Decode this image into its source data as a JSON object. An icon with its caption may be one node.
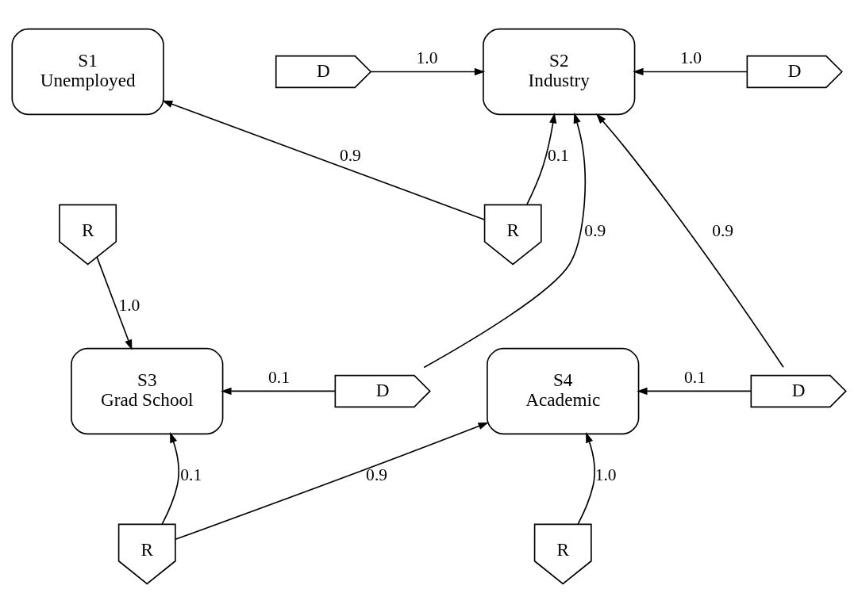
{
  "diagram": {
    "nodes": [
      {
        "text": [
          "S1",
          "Unemployed"
        ]
      },
      {
        "text": [
          "D"
        ]
      },
      {
        "text": [
          "R"
        ]
      },
      {
        "text": [
          "S2",
          "Industry"
        ]
      },
      {
        "text": [
          "R"
        ]
      },
      {
        "text": [
          "D"
        ]
      },
      {
        "text": [
          "S3",
          "Grad School"
        ]
      },
      {
        "text": [
          "D"
        ]
      },
      {
        "text": [
          "R"
        ]
      },
      {
        "text": [
          "S4",
          "Academic"
        ]
      },
      {
        "text": [
          "D"
        ]
      },
      {
        "text": [
          "R"
        ]
      }
    ],
    "edges": [
      {
        "from": 1,
        "to": 3,
        "arrow": "to",
        "label": "1.0"
      },
      {
        "from": 2,
        "to": 6,
        "arrow": "to",
        "label": "1.0"
      },
      {
        "from": 4,
        "to": 0,
        "arrow": "to",
        "label": "0.9"
      },
      {
        "from": 4,
        "to": 3,
        "arrow": "to",
        "label": "0.1"
      },
      {
        "from": 5,
        "to": 3,
        "arrow": "to",
        "label": "1.0"
      },
      {
        "from": 7,
        "to": 3,
        "arrow": "to",
        "label": "0.9"
      },
      {
        "from": 7,
        "to": 6,
        "arrow": "to",
        "label": "0.1"
      },
      {
        "from": 8,
        "to": 6,
        "arrow": "to",
        "label": "0.1"
      },
      {
        "from": 8,
        "to": 9,
        "arrow": "to",
        "label": "0.9"
      },
      {
        "from": 10,
        "to": 3,
        "arrow": "to",
        "label": "0.9"
      },
      {
        "from": 10,
        "to": 9,
        "arrow": "to",
        "label": "0.1"
      },
      {
        "from": 11,
        "to": 9,
        "arrow": "to",
        "label": "1.0"
      }
    ]
  }
}
